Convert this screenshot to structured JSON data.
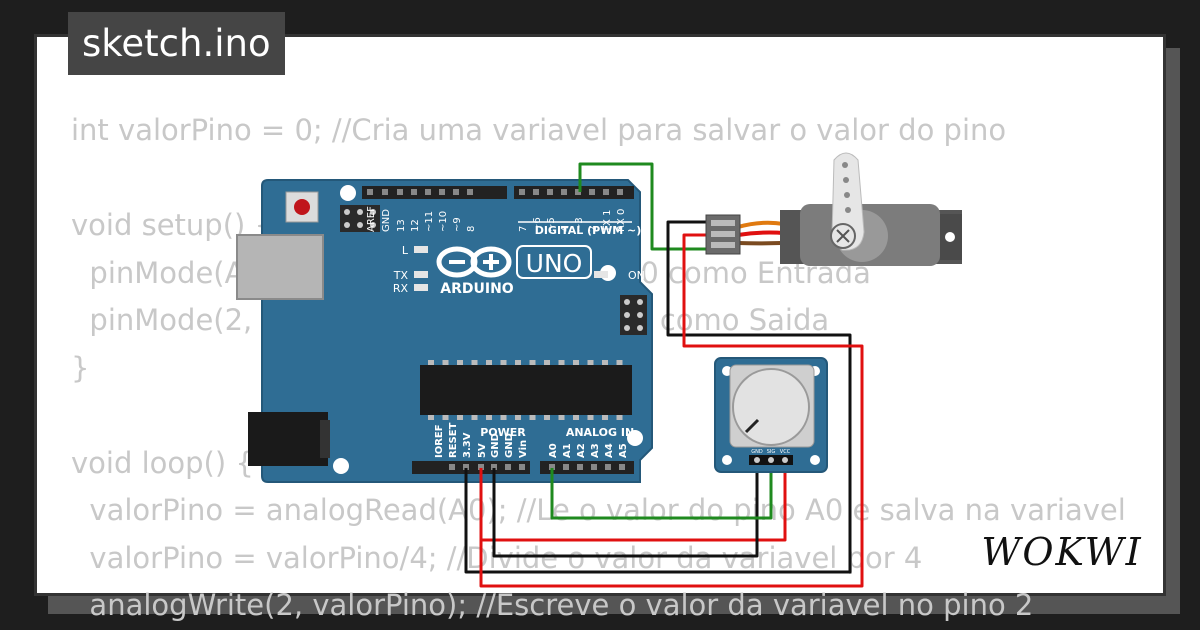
{
  "tab": {
    "title": "sketch.ino"
  },
  "code": {
    "lines": [
      "int valorPino = 0; //Cria uma variavel para salvar o valor do pino",
      "",
      "void setup() {",
      "  pinMode(A0, INPUT); //Define o pino A0 como Entrada",
      "  pinMode(2, OUTPUT); //Define o pino 2 como Saida",
      "}",
      "",
      "void loop() {",
      "  valorPino = analogRead(A0); //Le o valor do pino A0 e salva na variavel",
      "  valorPino = valorPino/4; //Divide o valor da variavel por 4",
      "  analogWrite(2, valorPino); //Escreve o valor da variavel no pino 2"
    ]
  },
  "arduino": {
    "brand": "ARDUINO",
    "model": "UNO",
    "digital_label": "DIGITAL (PWM ~)",
    "power_label": "POWER",
    "analog_label": "ANALOG IN",
    "led_l": "L",
    "led_tx": "TX",
    "led_rx": "RX",
    "on_label": "ON",
    "top_pins": [
      "AREF",
      "GND",
      "13",
      "12",
      "~11",
      "~10",
      "~9",
      "8",
      "7",
      "~6",
      "~5",
      "4",
      "~3",
      "2",
      "TX 1",
      "RX 0"
    ],
    "power_pins": [
      "IOREF",
      "RESET",
      "3.3V",
      "5V",
      "GND",
      "GND",
      "Vin"
    ],
    "analog_pins": [
      "A0",
      "A1",
      "A2",
      "A3",
      "A4",
      "A5"
    ]
  },
  "potentiometer": {
    "pins": [
      "GND",
      "SIG",
      "VCC"
    ]
  },
  "brand": {
    "name": "WOKWI"
  },
  "colors": {
    "board": "#2f6d94",
    "board_edge": "#245879",
    "wire_green": "#1f8a1f",
    "wire_red": "#e01010",
    "wire_black": "#111111",
    "code_text": "#c8c8c8",
    "tab_bg": "#454545"
  },
  "icons": {
    "arduino_logo": "infinity-minus-plus-icon",
    "servo": "servo-motor-icon",
    "potentiometer": "potentiometer-icon",
    "wokwi_logo": "wokwi-logo-icon"
  }
}
